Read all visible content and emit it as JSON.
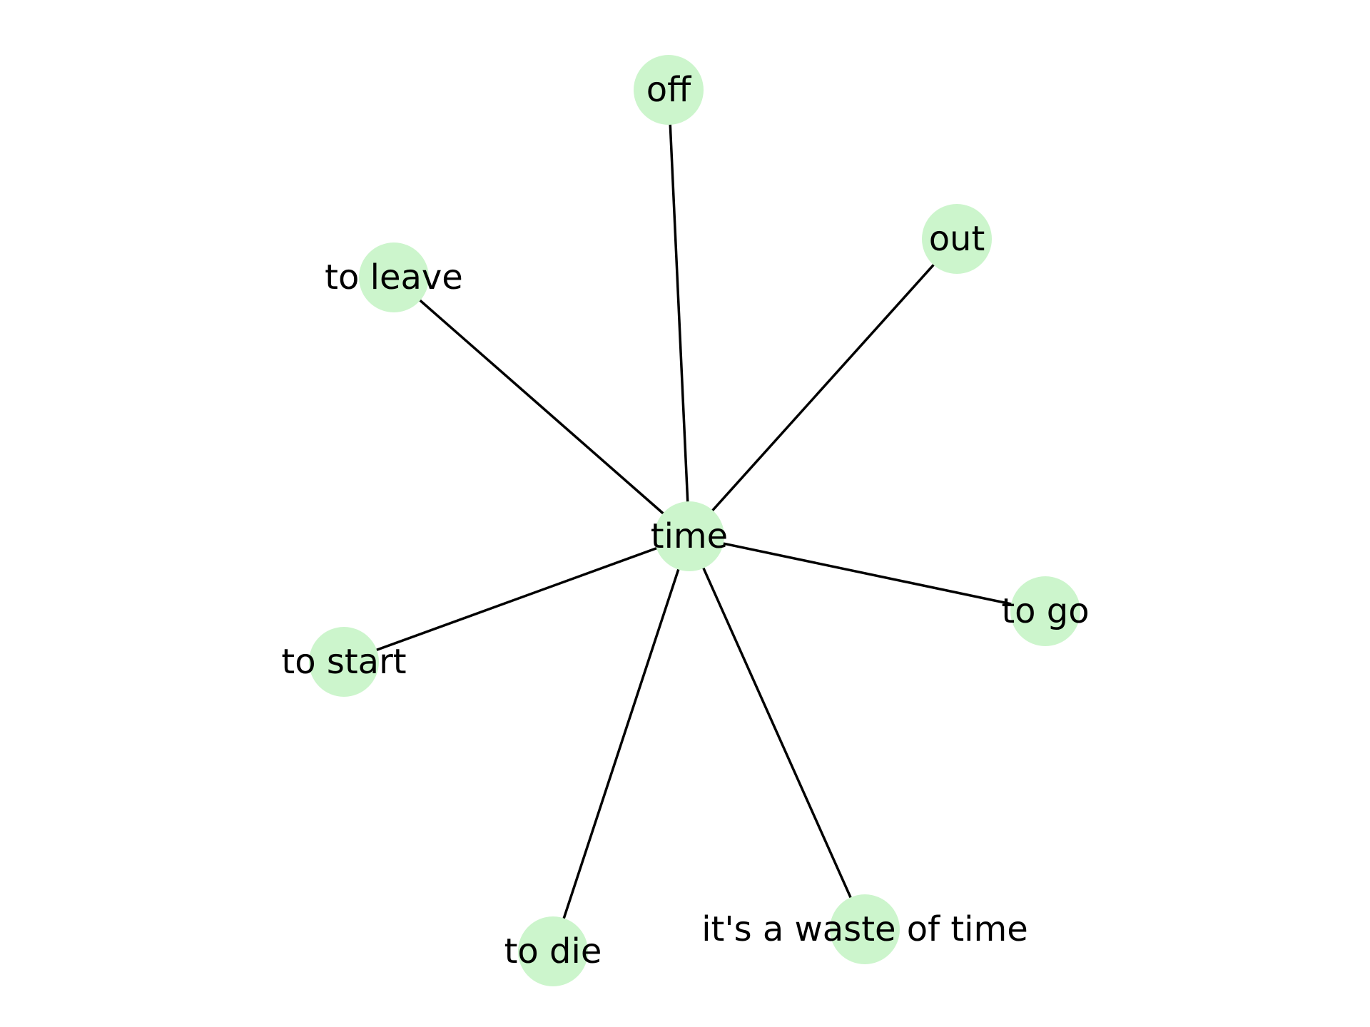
{
  "colors": {
    "node_fill": "#ccf5cc",
    "edge": "#000000",
    "label": "#000000",
    "background": "#ffffff"
  },
  "graph": {
    "center": "time",
    "nodes": [
      {
        "id": "time",
        "label": "time"
      },
      {
        "id": "off",
        "label": "off"
      },
      {
        "id": "out",
        "label": "out"
      },
      {
        "id": "to-leave",
        "label": "to leave"
      },
      {
        "id": "to-go",
        "label": "to go"
      },
      {
        "id": "to-start",
        "label": "to start"
      },
      {
        "id": "to-die",
        "label": "to die"
      },
      {
        "id": "waste",
        "label": "it's a waste of time"
      }
    ],
    "edges": [
      {
        "source": "time",
        "target": "off"
      },
      {
        "source": "time",
        "target": "out"
      },
      {
        "source": "time",
        "target": "to-leave"
      },
      {
        "source": "time",
        "target": "to-go"
      },
      {
        "source": "time",
        "target": "to-start"
      },
      {
        "source": "time",
        "target": "to-die"
      },
      {
        "source": "time",
        "target": "waste"
      }
    ]
  }
}
